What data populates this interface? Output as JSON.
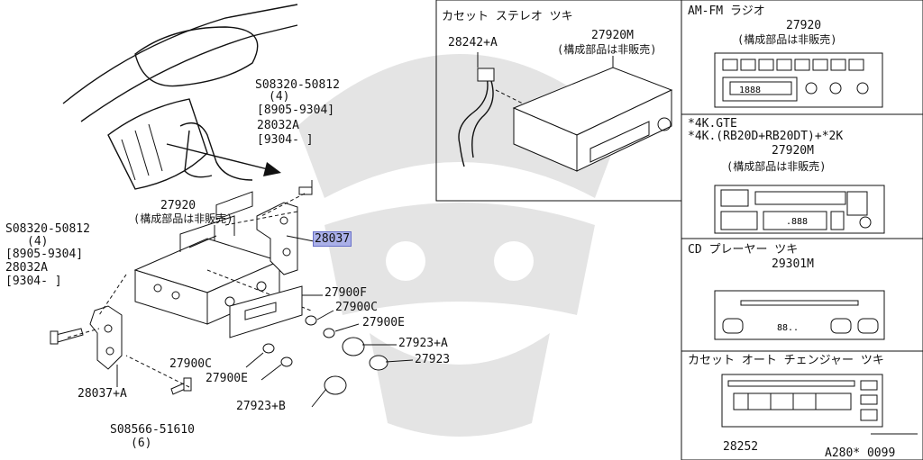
{
  "main": {
    "screw_top": {
      "part": "S08320-50812",
      "qty": "(4)",
      "range": "[8905-9304]",
      "alt_part": "28032A",
      "alt_range": "[9304-      ]"
    },
    "screw_left": {
      "part": "S08320-50812",
      "qty": "(4)",
      "range": "[8905-9304]",
      "alt_part": "28032A",
      "alt_range": "[9304-      ]"
    },
    "screw_bottom": {
      "part": "S08566-51610",
      "qty": "(6)"
    },
    "radio": {
      "part": "27920",
      "note": "(構成部品は非販売)"
    },
    "bracket_right": "28037",
    "bracket_left": "28037+A",
    "parts": {
      "p27900F": "27900F",
      "p27900C_a": "27900C",
      "p27900E_a": "27900E",
      "p27923A": "27923+A",
      "p27923": "27923",
      "p27900C_b": "27900C",
      "p27900E_b": "27900E",
      "p27923B": "27923+B"
    }
  },
  "cassette_panel": {
    "title": "カセット ステレオ ツキ",
    "harness": "28242+A",
    "unit": "27920M",
    "note": "(構成部品は非販売)"
  },
  "side_panels": [
    {
      "title": "AM-FM ラジオ",
      "part": "27920",
      "note": "(構成部品は非販売)",
      "display": "1888"
    },
    {
      "title": "*4K.GTE",
      "title2": "*4K.(RB20D+RB20DT)+*2K",
      "part": "27920M",
      "note": "(構成部品は非販売)",
      "display": ".888"
    },
    {
      "title": "CD プレーヤー ツキ",
      "part": "29301M",
      "display": "88.."
    },
    {
      "title": "カセット オート チェンジャー ツキ",
      "part": "28252"
    }
  ],
  "figure_code": "A280* 0099"
}
